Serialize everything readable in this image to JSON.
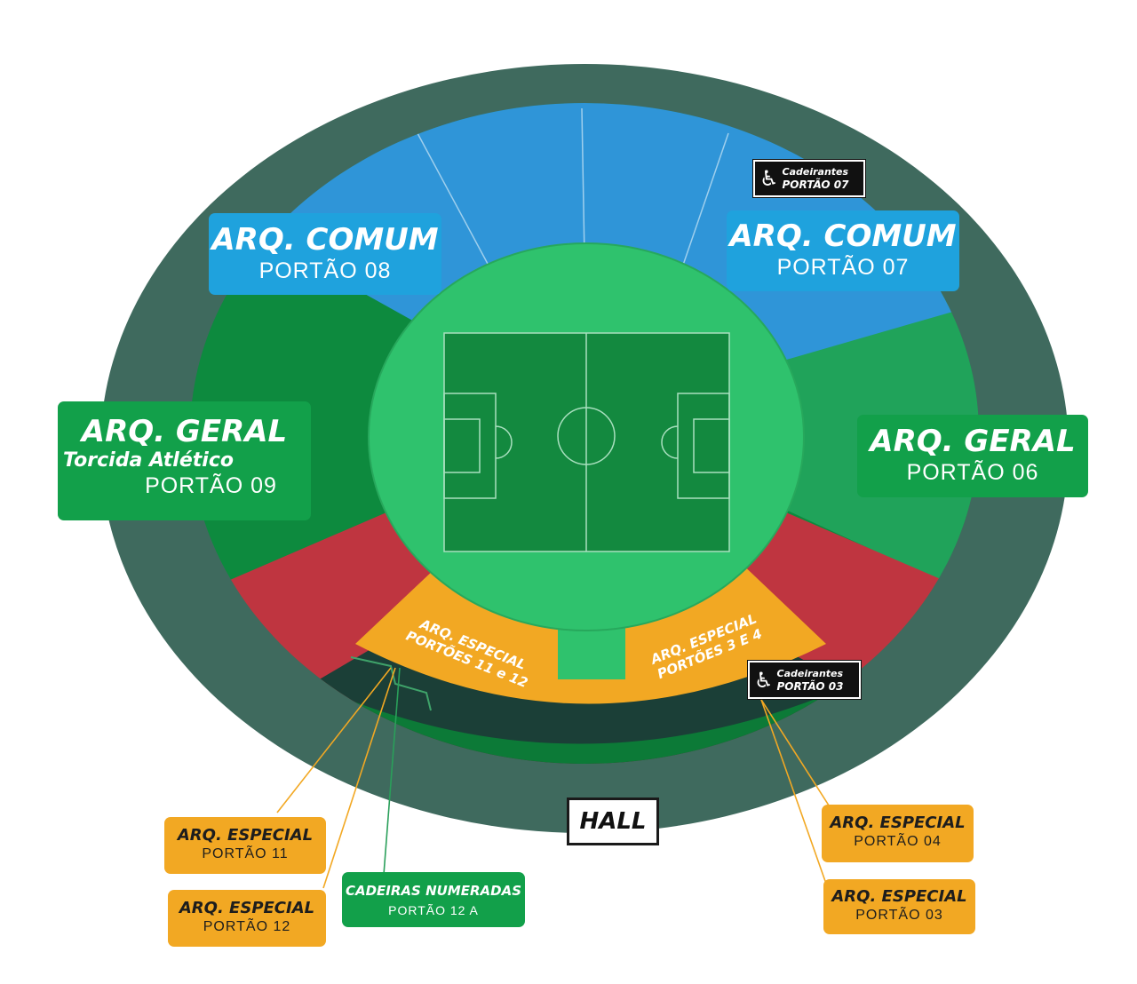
{
  "stadium_map": {
    "sectors": {
      "comum_left": {
        "title": "ARQ. COMUM",
        "gate": "PORTÃO 08"
      },
      "comum_right": {
        "title": "ARQ. COMUM",
        "gate": "PORTÃO 07"
      },
      "geral_left": {
        "title": "ARQ. GERAL",
        "subtitle": "Torcida Atlético",
        "gate": "PORTÃO 09"
      },
      "geral_right": {
        "title": "ARQ. GERAL",
        "gate": "PORTÃO 06"
      },
      "especial_left": {
        "line1": "ARQ. ESPECIAL",
        "line2": "PORTÕES 11 e 12"
      },
      "especial_right": {
        "line1": "ARQ. ESPECIAL",
        "line2": "PORTÕES 3 E 4"
      }
    },
    "wheelchair_badges": {
      "top": {
        "line1": "Cadeirantes",
        "line2": "PORTÃO 07"
      },
      "bottom": {
        "line1": "Cadeirantes",
        "line2": "PORTÃO 03"
      }
    },
    "hall": "HALL",
    "callouts": {
      "portao_11": {
        "title": "ARQ. ESPECIAL",
        "gate": "PORTÃO 11"
      },
      "portao_12": {
        "title": "ARQ. ESPECIAL",
        "gate": "PORTÃO 12"
      },
      "cadeiras": {
        "title": "CADEIRAS NUMERADAS",
        "gate": "PORTÃO 12 A"
      },
      "portao_04": {
        "title": "ARQ. ESPECIAL",
        "gate": "PORTÃO 04"
      },
      "portao_03": {
        "title": "ARQ. ESPECIAL",
        "gate": "PORTÃO 03"
      }
    },
    "colors": {
      "outer_ring": "#3f6a5e",
      "comum": "#2f95d8",
      "geral_left": "#0d8a3e",
      "geral_right": "#20a35a",
      "red": "#bf3540",
      "especial": "#f2a823",
      "field_oval": "#2fc26d",
      "pitch": "#13893f",
      "hall_band": "#1b3f37"
    },
    "icons": {
      "wheelchair": "wheelchair-icon"
    }
  }
}
